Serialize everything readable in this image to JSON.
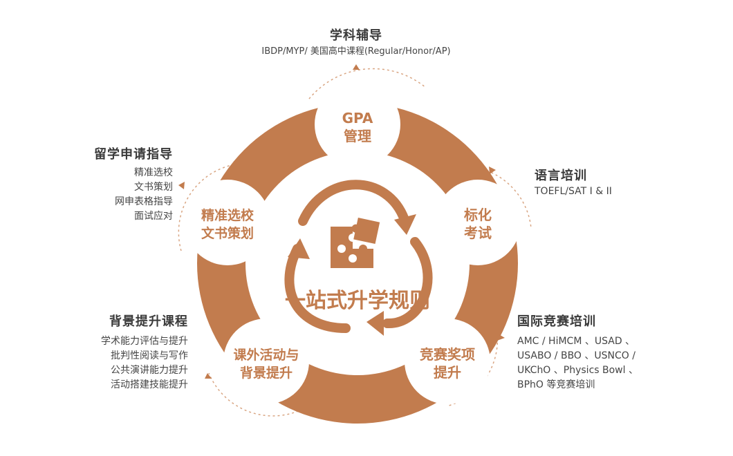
{
  "colors": {
    "brand": "#c27c4e",
    "node_fill": "#ffffff",
    "node_text": "#c27c4e",
    "dashed": "#d9a582",
    "label_title": "#3a3a3a",
    "label_text": "#444444"
  },
  "center": {
    "title": "一站式升学规则",
    "icon": "puzzle-icon",
    "cycle_icon": "cycle-arrows-icon"
  },
  "nodes": [
    {
      "id": "gpa",
      "lines": [
        "GPA",
        "管理"
      ]
    },
    {
      "id": "language",
      "lines": [
        "标化",
        "考试"
      ]
    },
    {
      "id": "competition",
      "lines": [
        "竞赛奖项",
        "提升"
      ]
    },
    {
      "id": "activity",
      "lines": [
        "课外活动与",
        "背景提升"
      ]
    },
    {
      "id": "apply",
      "lines": [
        "精准选校",
        "文书策划"
      ]
    }
  ],
  "labels": {
    "top": {
      "title": "学科辅导",
      "lines": [
        "IBDP/MYP/ 美国高中课程(Regular/Honor/AP)"
      ]
    },
    "right": {
      "title": "语言培训",
      "lines": [
        "TOEFL/SAT I & II"
      ]
    },
    "bottom_right": {
      "title": "国际竞赛培训",
      "lines": [
        "AMC / HiMCM 、USAD 、",
        "USABO / BBO 、USNCO /",
        "UKChO 、Physics  Bowl 、",
        "BPhO 等竞赛培训"
      ]
    },
    "bottom_left": {
      "title": "背景提升课程",
      "lines": [
        "学术能力评估与提升",
        "批判性阅读与写作",
        "公共演讲能力提升",
        "活动搭建技能提升"
      ]
    },
    "left": {
      "title": "留学申请指导",
      "lines": [
        "精准选校",
        "文书策划",
        "网申表格指导",
        "面试应对"
      ]
    }
  }
}
